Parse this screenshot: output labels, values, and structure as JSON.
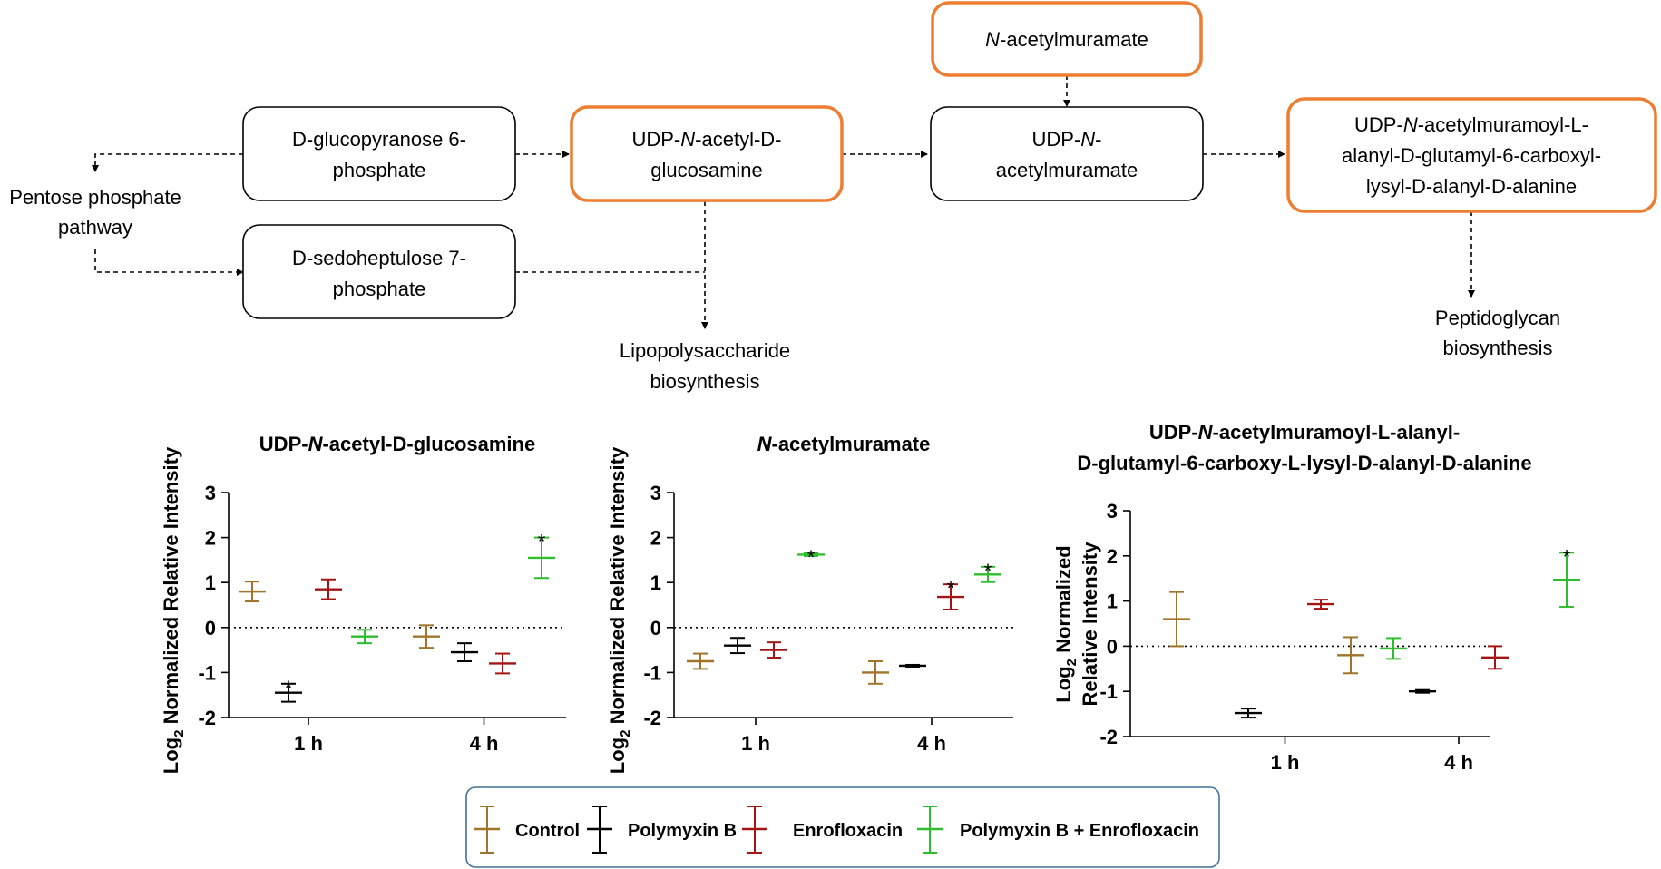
{
  "pathway": {
    "nodes": {
      "glucose6p": {
        "line1": "D-glucopyranose 6-",
        "line2": "phosphate"
      },
      "sedoheptulose": {
        "line1": "D-sedoheptulose 7-",
        "line2": "phosphate"
      },
      "udp_glcnac": {
        "line1_pre": "UDP-",
        "line1_it": "N",
        "line1_post": "-acetyl-D-",
        "line2": "glucosamine"
      },
      "nam": {
        "it": "N",
        "post": "-acetylmuramate"
      },
      "udp_nam": {
        "line1_pre": "UDP-",
        "line1_it": "N",
        "line1_post": "-",
        "line2": "acetylmuramate"
      },
      "udp_pep": {
        "line1_pre": "UDP-",
        "line1_it": "N",
        "line1_post": "-acetylmuramoyl-L-",
        "line2": "alanyl-D-glutamyl-6-carboxyl-",
        "line3": "lysyl-D-alanyl-D-alanine"
      }
    },
    "labels": {
      "pentose": {
        "line1": "Pentose phosphate",
        "line2": "pathway"
      },
      "lps": {
        "line1": "Lipopolysaccharide",
        "line2": "biosynthesis"
      },
      "peptidoglycan": {
        "line1": "Peptidoglycan",
        "line2": "biosynthesis"
      }
    },
    "colors": {
      "highlight": "#ED7D31",
      "box": "#000000"
    }
  },
  "chart_data": [
    {
      "type": "errorbar",
      "title_pre": "UDP-",
      "title_it": "N",
      "title_post": "-acetyl-D-glucosamine",
      "ylabel_pre": "Log",
      "ylabel_sub": "2",
      "ylabel_post": " Normalized Relative Intensity",
      "categories": [
        "1 h",
        "4 h"
      ],
      "ylim": [
        -2,
        3
      ],
      "yticks": [
        "-2",
        "-1",
        "0",
        "1",
        "2",
        "3"
      ],
      "series": [
        {
          "name": "Control",
          "values": [
            0.8,
            -0.2
          ],
          "err": [
            0.22,
            0.25
          ],
          "sig": [
            false,
            false
          ]
        },
        {
          "name": "Polymyxin B",
          "values": [
            -1.45,
            -0.55
          ],
          "err": [
            0.2,
            0.2
          ],
          "sig": [
            true,
            false
          ]
        },
        {
          "name": "Enrofloxacin",
          "values": [
            0.85,
            -0.8
          ],
          "err": [
            0.22,
            0.22
          ],
          "sig": [
            false,
            false
          ]
        },
        {
          "name": "Polymyxin B + Enrofloxacin",
          "values": [
            -0.2,
            1.55
          ],
          "err": [
            0.15,
            0.45
          ],
          "sig": [
            false,
            true
          ]
        }
      ]
    },
    {
      "type": "errorbar",
      "title_pre": "",
      "title_it": "N",
      "title_post": "-acetylmuramate",
      "ylabel_pre": "Log",
      "ylabel_sub": "2",
      "ylabel_post": " Normalized Relative Intensity",
      "categories": [
        "1 h",
        "4 h"
      ],
      "ylim": [
        -2,
        3
      ],
      "yticks": [
        "-2",
        "-1",
        "0",
        "1",
        "2",
        "3"
      ],
      "series": [
        {
          "name": "Control",
          "values": [
            -0.75,
            -1.0
          ],
          "err": [
            0.17,
            0.25
          ],
          "sig": [
            false,
            false
          ]
        },
        {
          "name": "Polymyxin B",
          "values": [
            -0.4,
            -0.85
          ],
          "err": [
            0.17,
            0.02
          ],
          "sig": [
            false,
            false
          ]
        },
        {
          "name": "Enrofloxacin",
          "values": [
            -0.5,
            0.68
          ],
          "err": [
            0.17,
            0.28
          ],
          "sig": [
            false,
            true
          ]
        },
        {
          "name": "Polymyxin B + Enrofloxacin",
          "values": [
            1.62,
            1.18
          ],
          "err": [
            0.03,
            0.17
          ],
          "sig": [
            true,
            true
          ]
        }
      ]
    },
    {
      "type": "errorbar",
      "title_line1_pre": "UDP-",
      "title_line1_it": "N",
      "title_line1_post": "-acetylmuramoyl-L-alanyl-",
      "title_line2": "D-glutamyl-6-carboxy-L-lysyl-D-alanyl-D-alanine",
      "ylabel_pre": "Log",
      "ylabel_sub": "2",
      "ylabel_post": " Normalized",
      "ylabel_line2": "Relative Intensity",
      "categories": [
        "1 h",
        "4 h"
      ],
      "ylim": [
        -2,
        3
      ],
      "yticks": [
        "-2",
        "-1",
        "0",
        "1",
        "2",
        "3"
      ],
      "series": [
        {
          "name": "Control",
          "values": [
            0.6,
            -0.2
          ],
          "err": [
            0.6,
            0.4
          ],
          "sig": [
            false,
            false
          ]
        },
        {
          "name": "Polymyxin B",
          "values": [
            -1.48,
            -1.0
          ],
          "err": [
            0.1,
            0.03
          ],
          "sig": [
            false,
            false
          ]
        },
        {
          "name": "Enrofloxacin",
          "values": [
            0.93,
            -0.25
          ],
          "err": [
            0.1,
            0.25
          ],
          "sig": [
            false,
            false
          ]
        },
        {
          "name": "Polymyxin B + Enrofloxacin",
          "values": [
            -0.05,
            1.47
          ],
          "err": [
            0.23,
            0.6
          ],
          "sig": [
            false,
            true
          ]
        }
      ]
    }
  ],
  "legend": {
    "items": [
      {
        "label": "Control",
        "color": "#A0742A"
      },
      {
        "label": "Polymyxin B",
        "color": "#000000"
      },
      {
        "label": "Enrofloxacin",
        "color": "#A31515"
      },
      {
        "label": "Polymyxin B + Enrofloxacin",
        "color": "#2DBD2D"
      }
    ],
    "border_color": "#41729B"
  },
  "significance_marker": "*"
}
